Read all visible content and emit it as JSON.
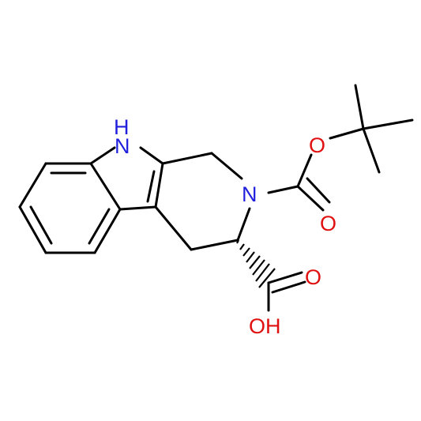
{
  "molecule": {
    "atom_labels": {
      "nh": "H",
      "n_indole": "N",
      "n_ring": "N",
      "o_ester": "O",
      "o_carbonyl_boc": "O",
      "o_carbonyl_acid": "O",
      "oh": "OH"
    },
    "colors": {
      "bond": "#000000",
      "nitrogen": "#1f1fdd",
      "oxygen": "#e01010"
    },
    "stereo": "hashed-wedge"
  }
}
